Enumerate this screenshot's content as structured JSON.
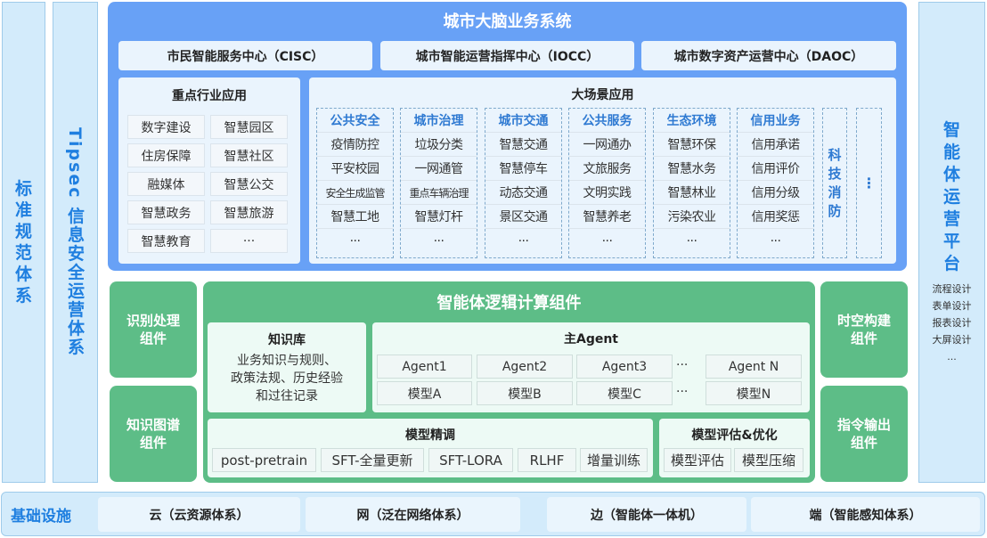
{
  "left_columns": {
    "standards": "标准规范体系",
    "security": "Tipsec 信息安全运营体系"
  },
  "business_system": {
    "title": "城市大脑业务系统",
    "centers": [
      "市民智能服务中心（CISC）",
      "城市智能运营指挥中心（IOCC）",
      "城市数字资产运营中心（DAOC）"
    ],
    "key_industries": {
      "title": "重点行业应用",
      "items": [
        "数字建设",
        "智慧园区",
        "住房保障",
        "智慧社区",
        "融媒体",
        "智慧公交",
        "智慧政务",
        "智慧旅游",
        "智慧教育",
        "···"
      ]
    },
    "big_scenes": {
      "title": "大场景应用",
      "columns": [
        {
          "head": "公共安全",
          "items": [
            "疫情防控",
            "平安校园",
            "安全生成监管",
            "智慧工地",
            "···"
          ]
        },
        {
          "head": "城市治理",
          "items": [
            "垃圾分类",
            "一网通管",
            "重点车辆治理",
            "智慧灯杆",
            "···"
          ]
        },
        {
          "head": "城市交通",
          "items": [
            "智慧交通",
            "智慧停车",
            "动态交通",
            "景区交通",
            "···"
          ]
        },
        {
          "head": "公共服务",
          "items": [
            "一网通办",
            "文旅服务",
            "文明实践",
            "智慧养老",
            "···"
          ]
        },
        {
          "head": "生态环境",
          "items": [
            "智慧环保",
            "智慧水务",
            "智慧林业",
            "污染农业",
            "···"
          ]
        },
        {
          "head": "信用业务",
          "items": [
            "信用承诺",
            "信用评价",
            "信用分级",
            "信用奖惩",
            "···"
          ]
        }
      ],
      "fire_tech": "科技消防",
      "more": "⋮"
    }
  },
  "agent_platform": {
    "title": "智能体运营平台",
    "items": [
      "流程设计",
      "表单设计",
      "报表设计",
      "大屏设计",
      "..."
    ]
  },
  "components": {
    "recognition": "识别处理组件",
    "knowledge_graph": "知识图谱组件",
    "spatiotemporal": "时空构建组件",
    "command_output": "指令输出组件",
    "logic": {
      "title": "智能体逻辑计算组件",
      "knowledge_base": {
        "title": "知识库",
        "desc_lines": [
          "业务知识与规则、",
          "政策法规、历史经验",
          "和过往记录"
        ]
      },
      "main_agent": {
        "title": "主Agent",
        "agents": [
          "Agent1",
          "Agent2",
          "Agent3",
          "Agent N"
        ],
        "models": [
          "模型A",
          "模型B",
          "模型C",
          "模型N"
        ],
        "ellipsis": "···"
      },
      "fine_tuning": {
        "title": "模型精调",
        "items": [
          "post-pretrain",
          "SFT-全量更新",
          "SFT-LORA",
          "RLHF",
          "增量训练"
        ]
      },
      "evaluation": {
        "title": "模型评估&优化",
        "items": [
          "模型评估",
          "模型压缩"
        ]
      }
    }
  },
  "infrastructure": {
    "label": "基础设施",
    "items": [
      "云（云资源体系）",
      "网（泛在网络体系）",
      "边（智能体一体机）",
      "端（智能感知体系）"
    ]
  },
  "colors": {
    "blue_panel": "#68a1f6",
    "light_blue": "#d3ebfb",
    "accent_blue": "#1f7fe0",
    "green": "#5dbd87"
  }
}
